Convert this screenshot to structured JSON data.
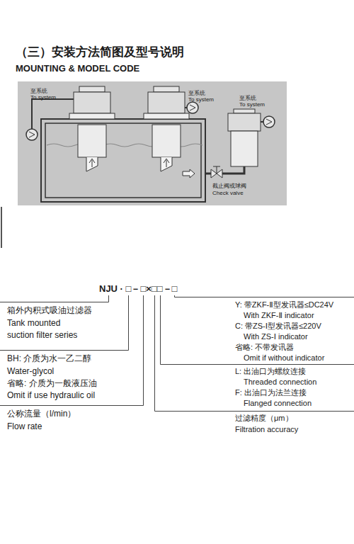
{
  "diagram": {
    "title": "（三）安装方法简图及型号说明",
    "labels": [
      "MOUNTING & MODEL CODE",
      "至系统",
      "To system",
      "至系统",
      "To system",
      "至系统",
      "To system",
      "截止阀或球阀",
      "Check valve",
      "NJU · □－□×□□－□",
      "箱外内积式吸油过滤器",
      "Tank mounted",
      "suction filter series",
      "BH: 介质为水一乙二醇",
      "Water-glycol",
      "省略: 介质为一般液压油",
      "Omit if use hydraulic oil",
      "公称流量（l/min）",
      "Flow rate",
      "Y: 带ZKF-Ⅱ型发讯器≤DC24V",
      "With ZKF-Ⅱ indicator",
      "C: 带ZS-Ⅰ型发讯器≤220V",
      "With ZS-Ⅰ indicator",
      "省略: 不带发讯器",
      "Omit if without indicator",
      "L: 出油口为螺纹连接",
      "Threaded connection",
      "F: 出油口为法兰连接",
      "Flanged connection",
      "过滤精度（μm）",
      "Filtration accuracy"
    ]
  }
}
